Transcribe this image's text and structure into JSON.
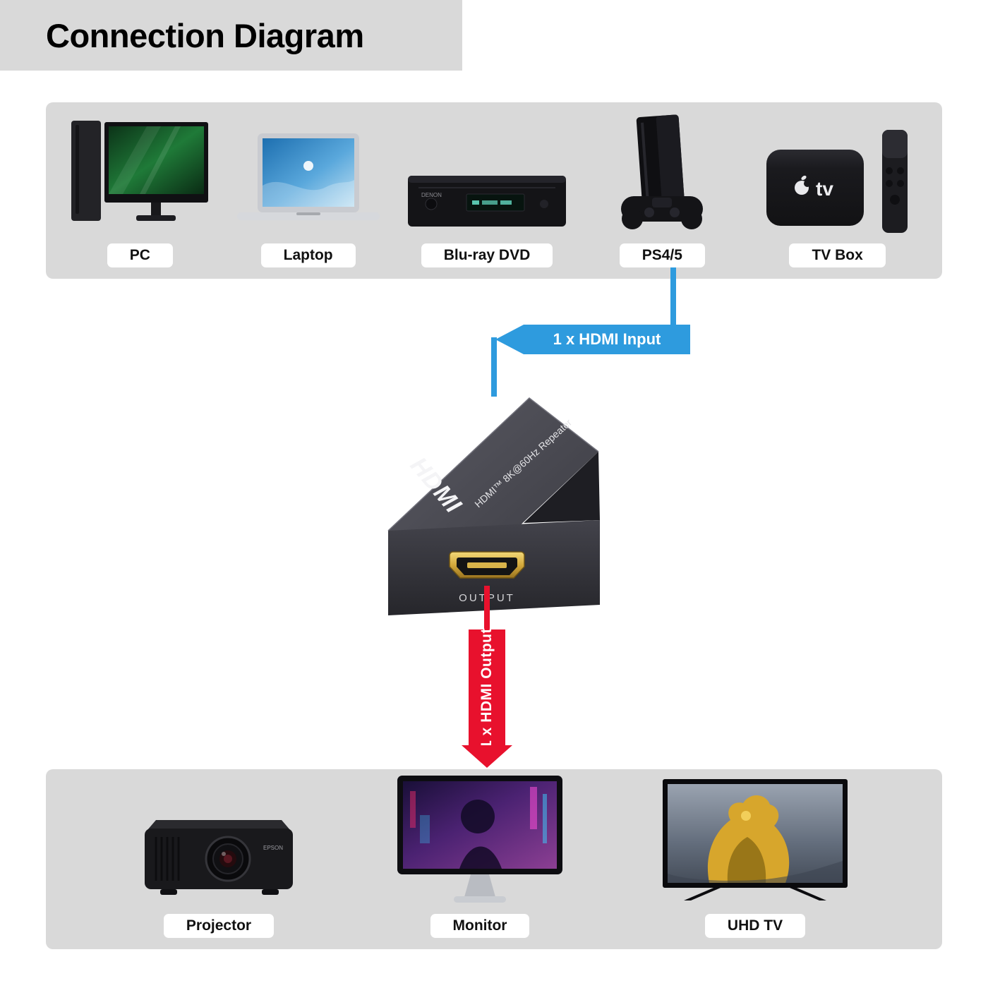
{
  "title": "Connection Diagram",
  "sources": {
    "items": [
      {
        "label": "PC"
      },
      {
        "label": "Laptop"
      },
      {
        "label": "Blu-ray DVD"
      },
      {
        "label": "PS4/5"
      },
      {
        "label": "TV Box"
      }
    ]
  },
  "displays": {
    "items": [
      {
        "label": "Projector"
      },
      {
        "label": "Monitor"
      },
      {
        "label": "UHD TV"
      }
    ]
  },
  "connections": {
    "input_label": "1 x HDMI Input",
    "output_label": "1 x HDMI Output"
  },
  "repeater": {
    "logo": "HDMI",
    "model_label": "HDMI™ 8K@60Hz Repeater",
    "port_label": "OUTPUT"
  },
  "device_details": {
    "tv_box_text": "tv",
    "bluray_brand": "DENON",
    "projector_brand": "EPSON"
  },
  "colors": {
    "input_blue": "#2E9BDE",
    "output_red": "#E8112D",
    "panel_gray": "#D9D9D9"
  }
}
